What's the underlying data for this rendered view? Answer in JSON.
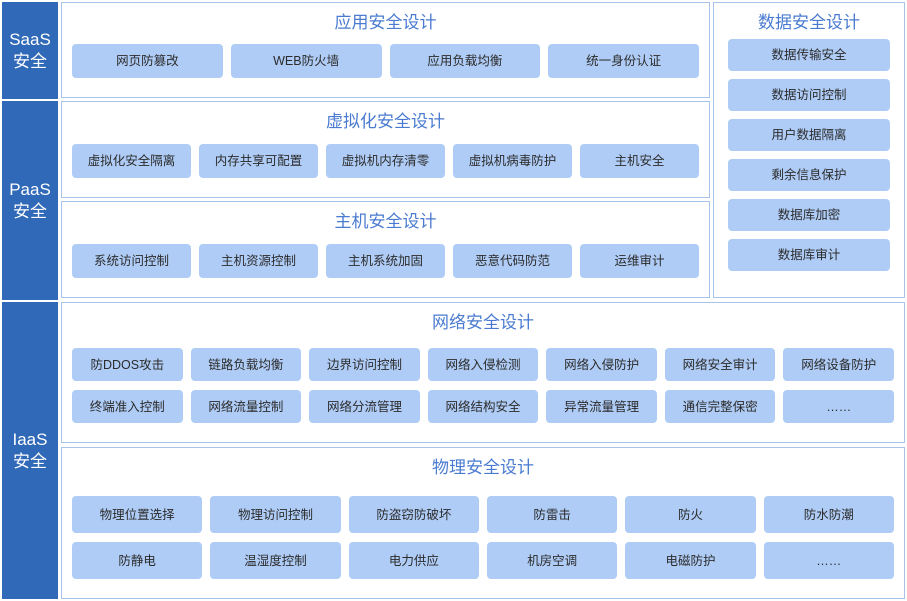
{
  "layers": [
    {
      "name": "saas",
      "line1": "SaaS",
      "line2": "安全"
    },
    {
      "name": "paas",
      "line1": "PaaS",
      "line2": "安全"
    },
    {
      "name": "iaas",
      "line1": "IaaS",
      "line2": "安全"
    }
  ],
  "panels": {
    "application": {
      "title": "应用安全设计",
      "rows": [
        [
          "网页防篡改",
          "WEB防火墙",
          "应用负载均衡",
          "统一身份认证"
        ]
      ]
    },
    "virtualization": {
      "title": "虚拟化安全设计",
      "rows": [
        [
          "虚拟化安全隔离",
          "内存共享可配置",
          "虚拟机内存清零",
          "虚拟机病毒防护",
          "主机安全"
        ]
      ]
    },
    "host": {
      "title": "主机安全设计",
      "rows": [
        [
          "系统访问控制",
          "主机资源控制",
          "主机系统加固",
          "恶意代码防范",
          "运维审计"
        ]
      ]
    },
    "data": {
      "title": "数据安全设计",
      "rows": [
        [
          "数据传输安全"
        ],
        [
          "数据访问控制"
        ],
        [
          "用户数据隔离"
        ],
        [
          "剩余信息保护"
        ],
        [
          "数据库加密"
        ],
        [
          "数据库审计"
        ]
      ]
    },
    "network": {
      "title": "网络安全设计",
      "rows": [
        [
          "防DDOS攻击",
          "链路负载均衡",
          "边界访问控制",
          "网络入侵检测",
          "网络入侵防护",
          "网络安全审计",
          "网络设备防护"
        ],
        [
          "终端准入控制",
          "网络流量控制",
          "网络分流管理",
          "网络结构安全",
          "异常流量管理",
          "通信完整保密",
          "……"
        ]
      ]
    },
    "physical": {
      "title": "物理安全设计",
      "rows": [
        [
          "物理位置选择",
          "物理访问控制",
          "防盗窃防破坏",
          "防雷击",
          "防火",
          "防水防潮"
        ],
        [
          "防静电",
          "温湿度控制",
          "电力供应",
          "机房空调",
          "电磁防护",
          "……"
        ]
      ]
    }
  },
  "colors": {
    "sidebar": "#3069B7",
    "chip": "#AFCCF6",
    "title": "#4A7BD0",
    "border": "#A8C4EA",
    "text": "#2B2B2B"
  }
}
